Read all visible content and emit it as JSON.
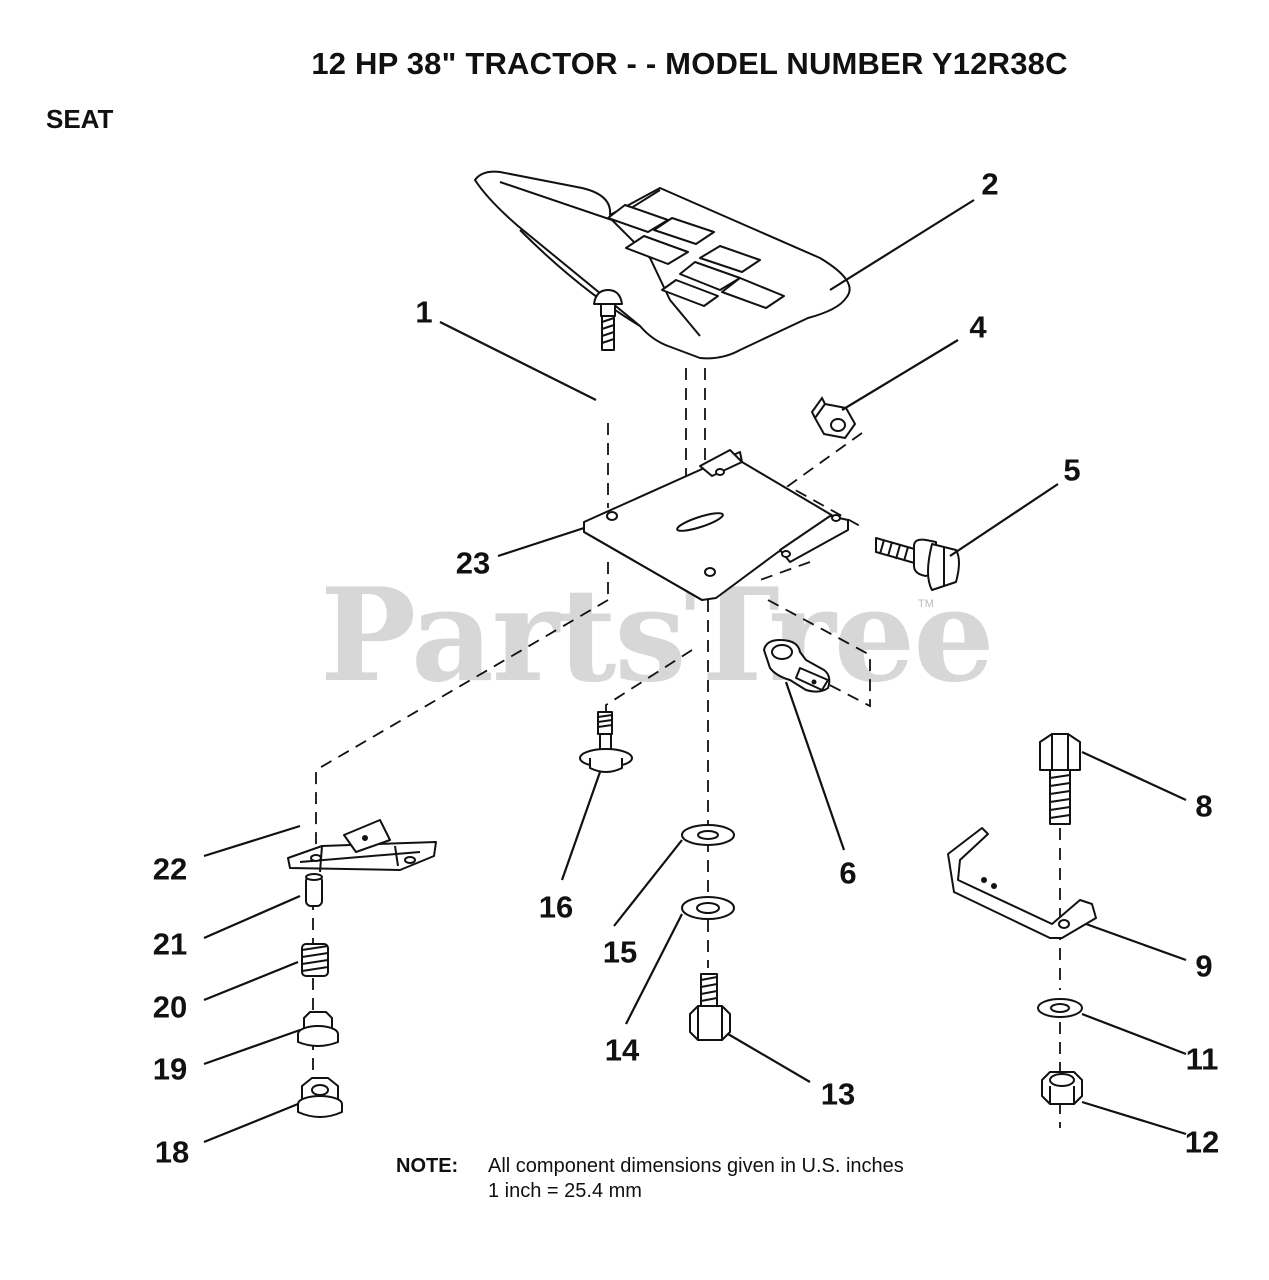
{
  "title": "12 HP 38\" TRACTOR - - MODEL NUMBER Y12R38C",
  "section": "SEAT",
  "watermark": "PartsTree",
  "watermark_tm": "TM",
  "note": {
    "label": "NOTE:",
    "line1": "All component dimensions given in U.S. inches",
    "line2": "1 inch = 25.4 mm"
  },
  "callouts": {
    "c1": "1",
    "c2": "2",
    "c4": "4",
    "c5": "5",
    "c6": "6",
    "c8": "8",
    "c9": "9",
    "c11": "11",
    "c12": "12",
    "c13": "13",
    "c14": "14",
    "c15": "15",
    "c16": "16",
    "c18": "18",
    "c19": "19",
    "c20": "20",
    "c21": "21",
    "c22": "22",
    "c23": "23"
  },
  "colors": {
    "ink": "#111111",
    "watermark": "#8a8a8a",
    "background": "#ffffff"
  }
}
